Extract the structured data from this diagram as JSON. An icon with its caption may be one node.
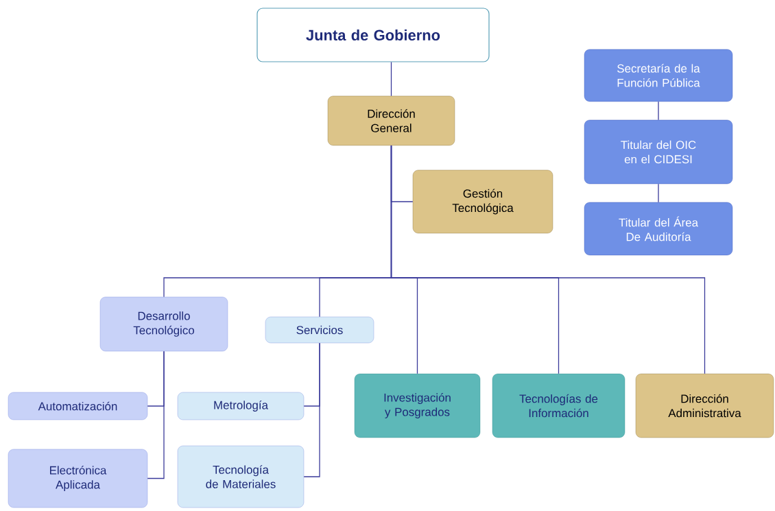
{
  "diagram": {
    "nodes": [
      {
        "text": [
          "Junta de Gobierno"
        ]
      },
      {
        "text": [
          "Dirección General"
        ]
      },
      {
        "text": [
          "Gestión Tecnológica"
        ]
      },
      {
        "text": [
          "Secretaría de la Función Pública"
        ]
      },
      {
        "text": [
          "Titular del OIC en el CIDESI"
        ]
      },
      {
        "text": [
          "Titular del Área De Auditoría"
        ]
      },
      {
        "text": [
          "Desarrollo Tecnológico"
        ]
      },
      {
        "text": [
          "Servicios"
        ]
      },
      {
        "text": [
          "Automatización"
        ]
      },
      {
        "text": [
          "Electrónica Aplicada"
        ]
      },
      {
        "text": [
          "Metrología"
        ]
      },
      {
        "text": [
          "Tecnología de Materiales"
        ]
      },
      {
        "text": [
          "Investigación y Posgrados"
        ]
      },
      {
        "text": [
          "Tecnologías de Información"
        ]
      },
      {
        "text": [
          "Dirección Administrativa"
        ]
      }
    ],
    "edges": [
      {
        "from": 0,
        "to": 1,
        "arrow": "none"
      },
      {
        "from": 1,
        "to": 2,
        "arrow": "none"
      },
      {
        "from": 1,
        "to": 6,
        "arrow": "none"
      },
      {
        "from": 1,
        "to": 7,
        "arrow": "none"
      },
      {
        "from": 1,
        "to": 12,
        "arrow": "none"
      },
      {
        "from": 1,
        "to": 13,
        "arrow": "none"
      },
      {
        "from": 1,
        "to": 14,
        "arrow": "none"
      },
      {
        "from": 3,
        "to": 4,
        "arrow": "none"
      },
      {
        "from": 4,
        "to": 5,
        "arrow": "none"
      },
      {
        "from": 6,
        "to": 8,
        "arrow": "none"
      },
      {
        "from": 6,
        "to": 9,
        "arrow": "none"
      },
      {
        "from": 7,
        "to": 10,
        "arrow": "none"
      },
      {
        "from": 7,
        "to": 11,
        "arrow": "none"
      }
    ]
  }
}
